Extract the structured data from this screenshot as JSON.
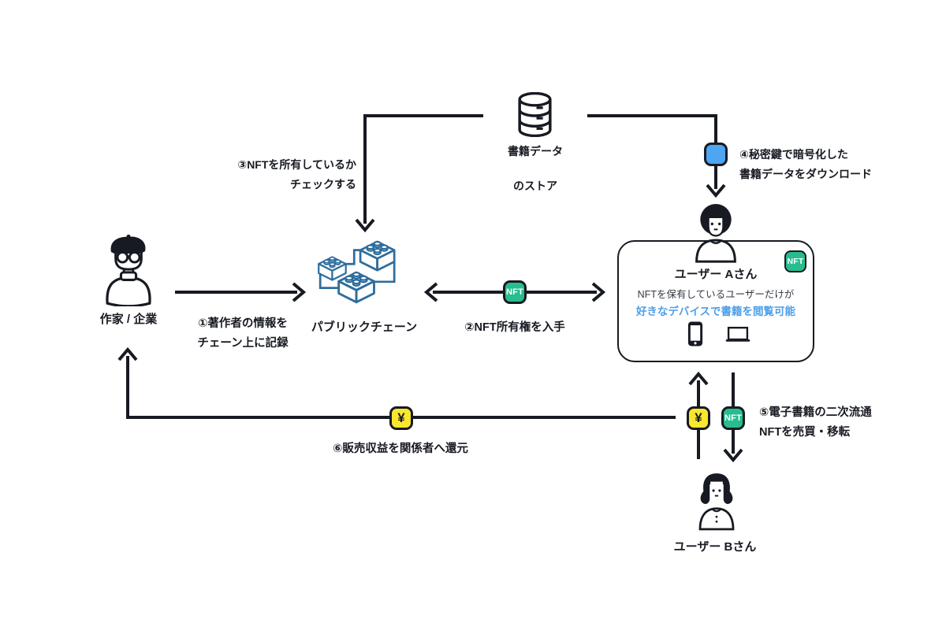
{
  "title": "NFT電子書籍流通フロー図",
  "colors": {
    "ink": "#171a22",
    "chain_blue": "#2e6d9c",
    "badge_green": "#28bd8e",
    "badge_yellow": "#f8e72e",
    "badge_blue": "#4ea5f2",
    "accent_blue": "#4d9fe8",
    "text_secondary": "#333a45"
  },
  "store": {
    "line1": "書籍データ",
    "line2": "のストア"
  },
  "steps": {
    "step1": {
      "text": "①著作者の情報を\nチェーン上に記録"
    },
    "step2": {
      "text": "②NFT所有権を入手"
    },
    "step3": {
      "text": "③NFTを所有しているか\nチェックする"
    },
    "step4": {
      "text": "④秘密鍵で暗号化した\n書籍データをダウンロード"
    },
    "step5": {
      "text": "⑤電子書籍の二次流通\nNFTを売買・移転"
    },
    "step6": {
      "text": "⑥販売収益を関係者へ還元"
    }
  },
  "actors": {
    "author": {
      "label": "作家 / 企業"
    },
    "chain": {
      "label": "パブリックチェーン"
    },
    "user_a": {
      "name": "ユーザー Aさん",
      "desc_line1": "NFTを保有しているユーザーだけが",
      "desc_line2": "好きなデバイスで書籍を閲覧可能"
    },
    "user_b": {
      "name": "ユーザー Bさん"
    }
  },
  "badges": {
    "nft": "NFT",
    "yen": "¥"
  }
}
